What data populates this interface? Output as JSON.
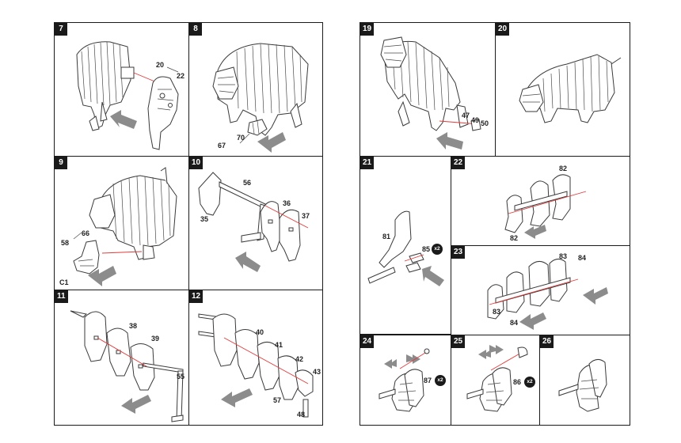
{
  "steps": [
    {
      "id": "7",
      "parts": [
        "20",
        "22"
      ]
    },
    {
      "id": "8",
      "parts": [
        "70",
        "67"
      ]
    },
    {
      "id": "9",
      "parts": [
        "66",
        "58",
        "C1"
      ]
    },
    {
      "id": "10",
      "parts": [
        "56",
        "35",
        "36",
        "37"
      ]
    },
    {
      "id": "11",
      "parts": [
        "38",
        "39",
        "55"
      ]
    },
    {
      "id": "12",
      "parts": [
        "40",
        "41",
        "42",
        "43",
        "57",
        "48"
      ]
    },
    {
      "id": "19",
      "parts": [
        "47",
        "49",
        "50"
      ]
    },
    {
      "id": "20",
      "parts": []
    },
    {
      "id": "21",
      "parts": [
        "81",
        "85"
      ],
      "multiplier": "x2"
    },
    {
      "id": "22",
      "parts": [
        "82",
        "82"
      ]
    },
    {
      "id": "23",
      "parts": [
        "83",
        "84",
        "83",
        "84"
      ]
    },
    {
      "id": "24",
      "parts": [
        "87"
      ],
      "multiplier": "x2"
    },
    {
      "id": "25",
      "parts": [
        "86"
      ],
      "multiplier": "x2"
    },
    {
      "id": "26",
      "parts": []
    }
  ],
  "colors": {
    "outline": "#1a1a1a",
    "connector": "#e23b3b",
    "arrow": "#8c8c8c",
    "badge_bg": "#1a1a1a",
    "badge_text": "#ffffff"
  }
}
